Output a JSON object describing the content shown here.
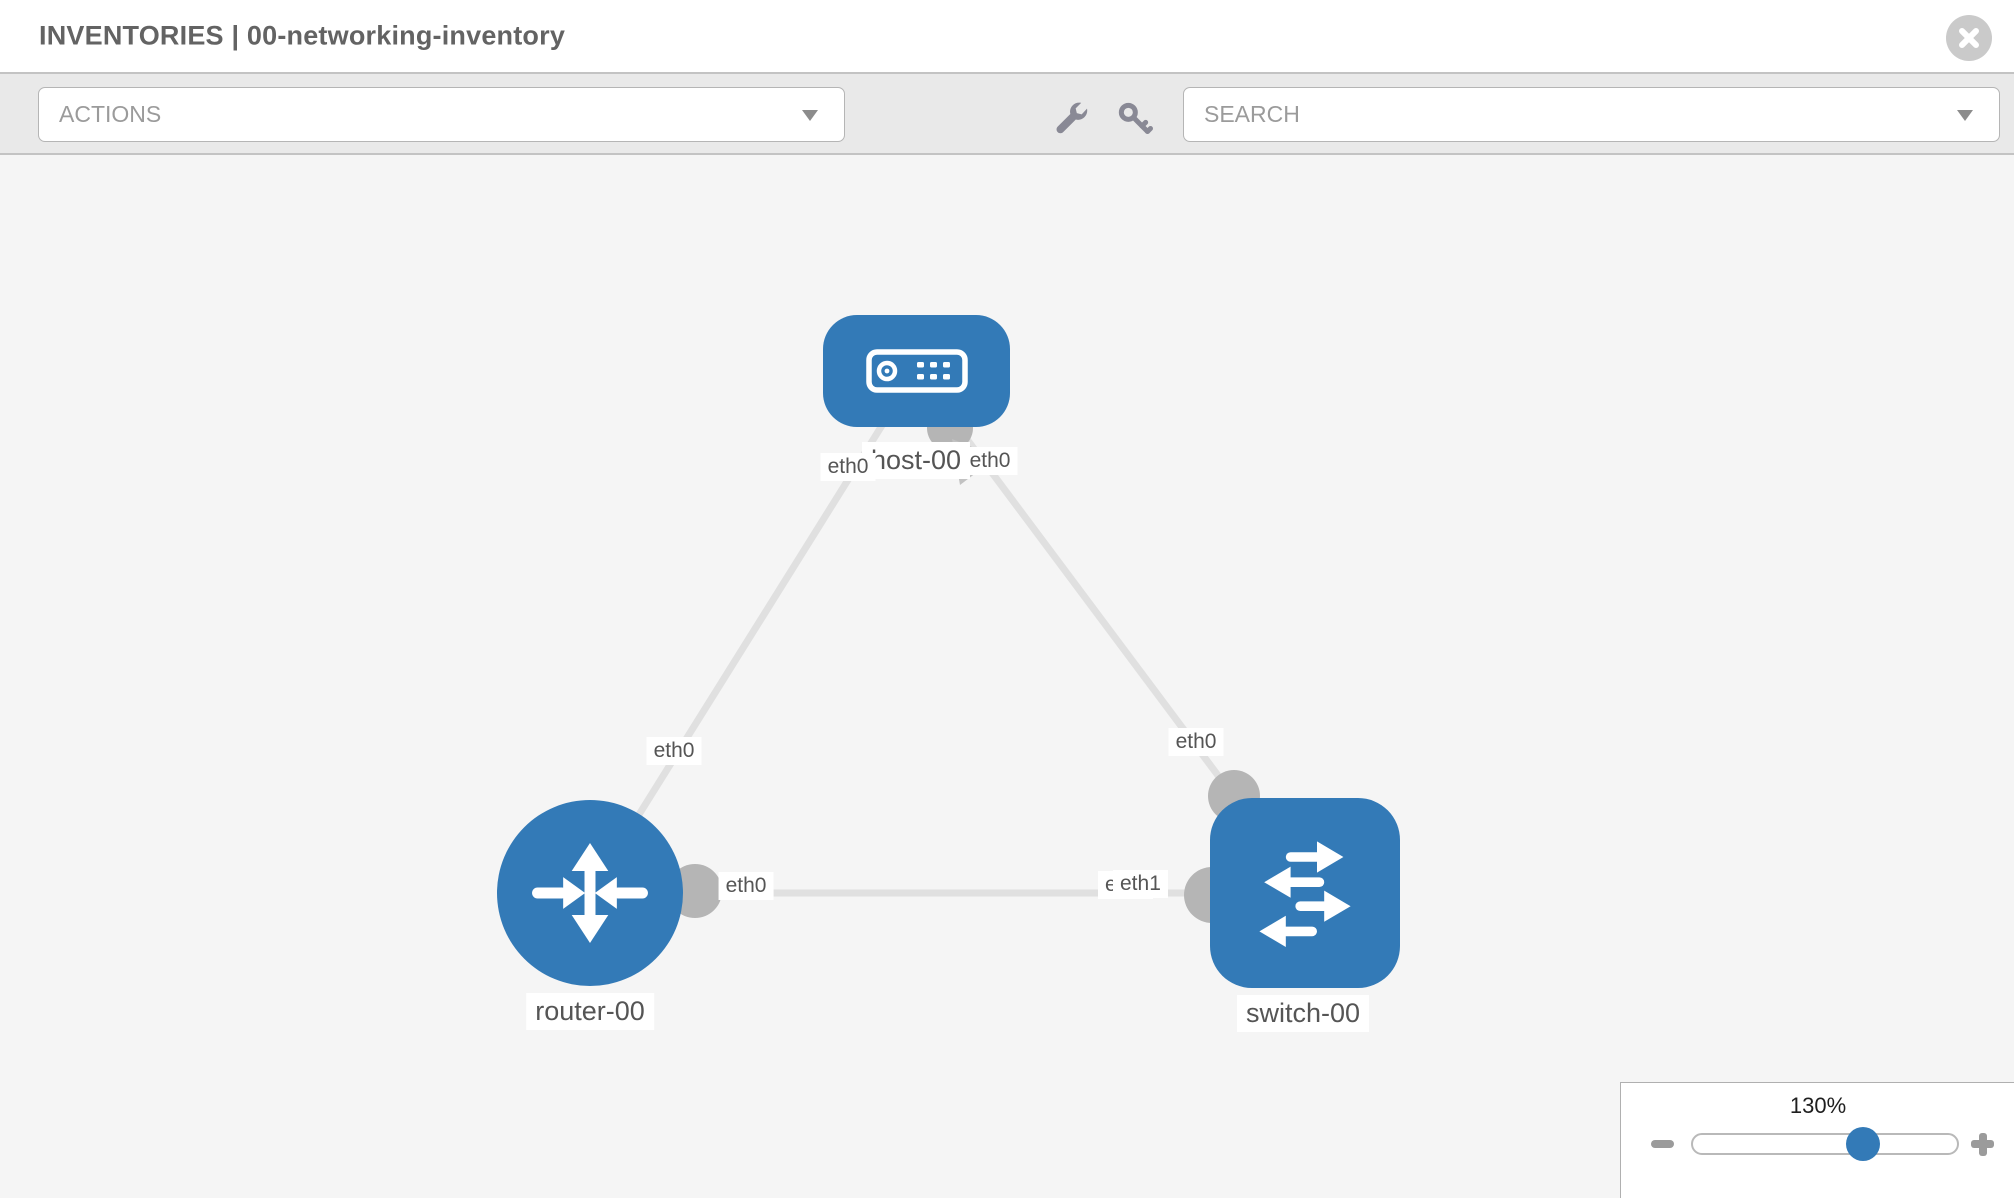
{
  "header": {
    "title": "INVENTORIES | 00-networking-inventory"
  },
  "toolbar": {
    "actions_placeholder": "ACTIONS",
    "search_placeholder": "SEARCH",
    "icons": [
      "wrench-icon",
      "key-icon"
    ]
  },
  "canvas": {
    "nodes": [
      {
        "label": "host-00",
        "type": "host",
        "icon": "host-icon"
      },
      {
        "label": "router-00",
        "type": "router",
        "icon": "router-icon"
      },
      {
        "label": "switch-00",
        "type": "switch",
        "icon": "switch-icon"
      }
    ],
    "links": [
      {
        "from": "router-00",
        "from_if": "eth0",
        "to": "host-00",
        "to_if": "eth0"
      },
      {
        "from": "switch-00",
        "from_if": "eth0",
        "to": "host-00",
        "to_if": "eth0"
      },
      {
        "from": "router-00",
        "from_if": "eth0",
        "to": "switch-00",
        "to_if": "eth1"
      }
    ],
    "interface_chips": [
      "eth0",
      "eth0",
      "eth0",
      "eth0",
      "eth0",
      "eth0",
      "eth1"
    ]
  },
  "zoom_panel": {
    "level": "130%"
  },
  "colors": {
    "node_blue": "#337ab7",
    "link_gray": "#e0e0e0",
    "endpoint_gray": "#b5b5b5",
    "toolbar_gray": "#e9e9e9",
    "canvas_gray": "#f5f5f5"
  }
}
